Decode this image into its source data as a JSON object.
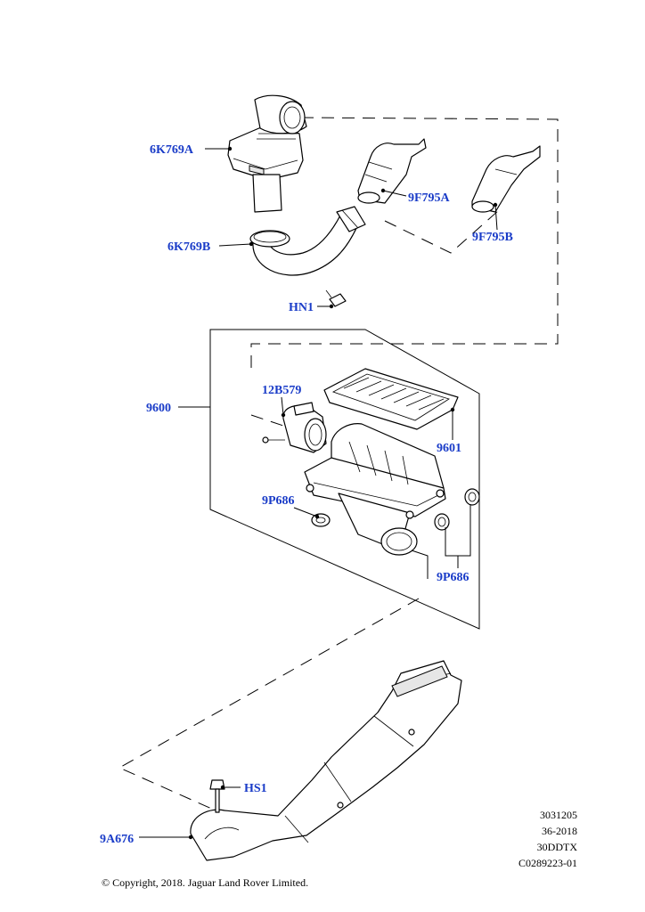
{
  "callouts": {
    "6K769A": "6K769A",
    "6K769B": "6K769B",
    "9F795A": "9F795A",
    "9F795B": "9F795B",
    "HN1": "HN1",
    "9600": "9600",
    "12B579": "12B579",
    "9601": "9601",
    "9P686_left": "9P686",
    "9P686_right": "9P686",
    "HS1": "HS1",
    "9A676": "9A676"
  },
  "callout_color": "#1a3cc8",
  "reference": {
    "line1": "3031205",
    "line2": "36-2018",
    "line3": "30DDTX",
    "line4": "C0289223-01"
  },
  "copyright": "© Copyright, 2018. Jaguar Land Rover Limited."
}
